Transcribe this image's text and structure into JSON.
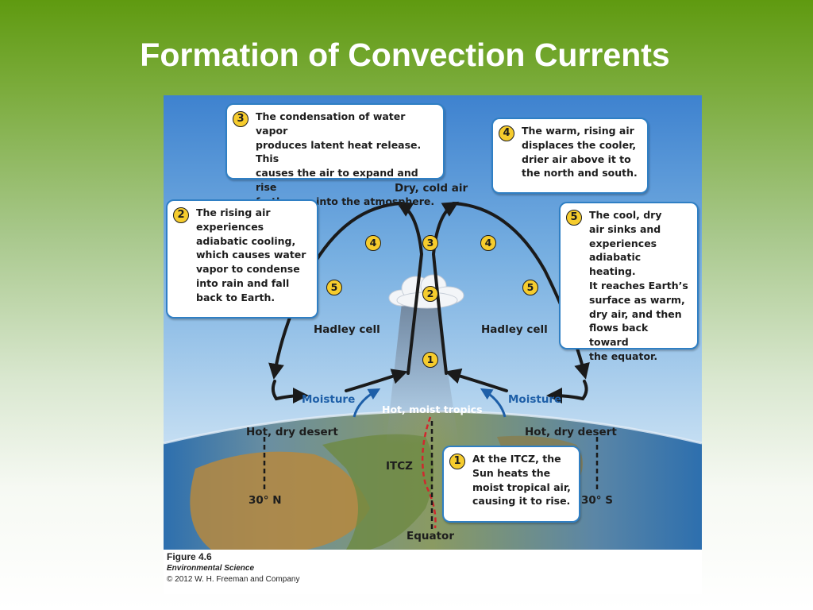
{
  "slide": {
    "title": "Formation of Convection Currents"
  },
  "callouts": {
    "c3": {
      "number": "3",
      "text": "The condensation of water vapor\nproduces latent heat release. This\ncauses the air to expand and rise\nfarther up into the atmosphere."
    },
    "c4": {
      "number": "4",
      "text": "The warm, rising air\ndisplaces the cooler,\ndrier air above it to\nthe north and south."
    },
    "c2": {
      "number": "2",
      "text": "The rising air\nexperiences\nadiabatic cooling,\nwhich causes water\nvapor to condense\ninto rain and fall\nback to Earth."
    },
    "c5": {
      "number": "5",
      "text": "The cool, dry\nair sinks and\nexperiences\nadiabatic heating.\nIt reaches Earth’s\nsurface as warm,\ndry air, and then\nflows back toward\nthe equator."
    },
    "c1": {
      "number": "1",
      "text": "At the ITCZ, the\nSun heats the\nmoist tropical air,\ncausing it to rise."
    }
  },
  "labels": {
    "dry_cold_air": "Dry, cold air",
    "hadley_left": "Hadley cell",
    "hadley_right": "Hadley cell",
    "moisture_left": "Moisture",
    "moisture_right": "Moisture",
    "hot_moist_tropics": "Hot, moist tropics",
    "hot_dry_desert_left": "Hot, dry desert",
    "hot_dry_desert_right": "Hot, dry desert",
    "itcz": "ITCZ",
    "lat_30n": "30° N",
    "lat_30s": "30° S",
    "equator": "Equator"
  },
  "markers": {
    "m4_left": "4",
    "m3_center": "3",
    "m4_right": "4",
    "m5_left": "5",
    "m2_center": "2",
    "m5_right": "5",
    "m1_center": "1"
  },
  "credit": {
    "figure": "Figure 4.6",
    "book": "Environmental Science",
    "copyright": "© 2012 W. H. Freeman and Company"
  },
  "colors": {
    "sky_top": "#3e82cf",
    "sky_bottom": "#bcd9f0",
    "callout_border": "#2f7fc4",
    "badge": "#f6cc2d",
    "moisture_text": "#1e5fa8",
    "itcz_line": "#d0282e"
  }
}
